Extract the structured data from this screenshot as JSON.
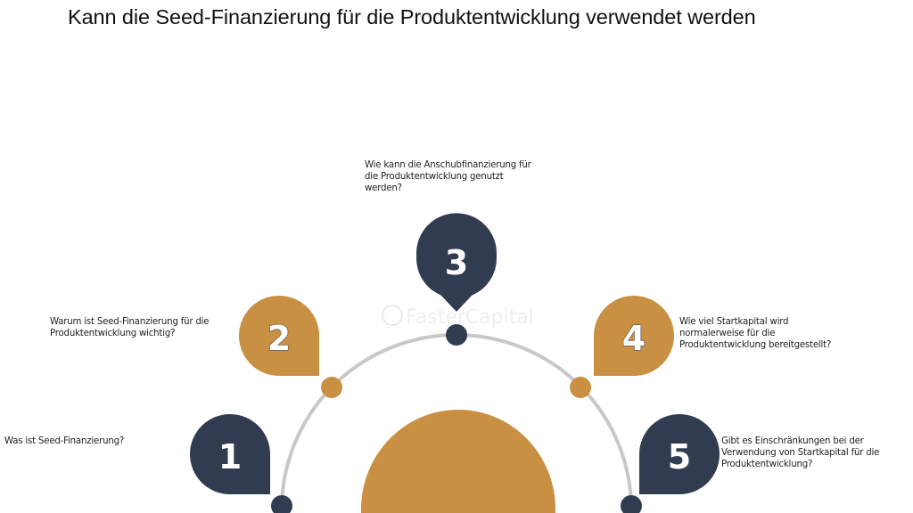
{
  "title": "Kann die Seed-Finanzierung für die Produktentwicklung verwendet werden",
  "watermark": "FasterCapital",
  "colors": {
    "navy": "#323c50",
    "gold": "#c98f42",
    "arc": "#c8c8c8",
    "text": "#222222"
  },
  "steps": [
    {
      "number": "1",
      "color": "navy",
      "label": "Was ist Seed-Finanzierung?"
    },
    {
      "number": "2",
      "color": "gold",
      "label_lines": [
        "Warum ist Seed-Finanzierung für die",
        "Produktentwicklung wichtig?"
      ]
    },
    {
      "number": "3",
      "color": "navy",
      "label_lines": [
        "Wie kann die Anschubfinanzierung für",
        "die Produktentwicklung genutzt",
        "werden?"
      ]
    },
    {
      "number": "4",
      "color": "gold",
      "label_lines": [
        "Wie viel Startkapital wird",
        "normalerweise für die",
        "Produktentwicklung bereitgestellt?"
      ]
    },
    {
      "number": "5",
      "color": "navy",
      "label_lines": [
        "Gibt es Einschränkungen bei der",
        "Verwendung von Startkapital für die",
        "Produktentwicklung?"
      ]
    }
  ]
}
